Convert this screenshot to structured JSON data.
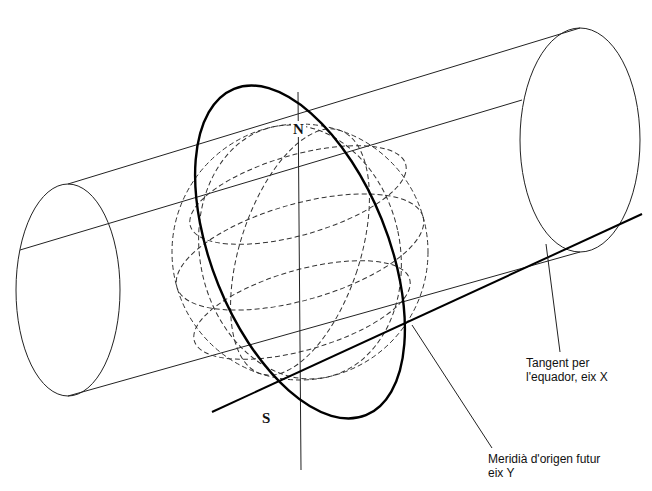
{
  "diagram": {
    "labels": [
      "N",
      "S",
      "Tangent per l'equador, eix X",
      "Meridià d'origen futur eix Y"
    ]
  }
}
